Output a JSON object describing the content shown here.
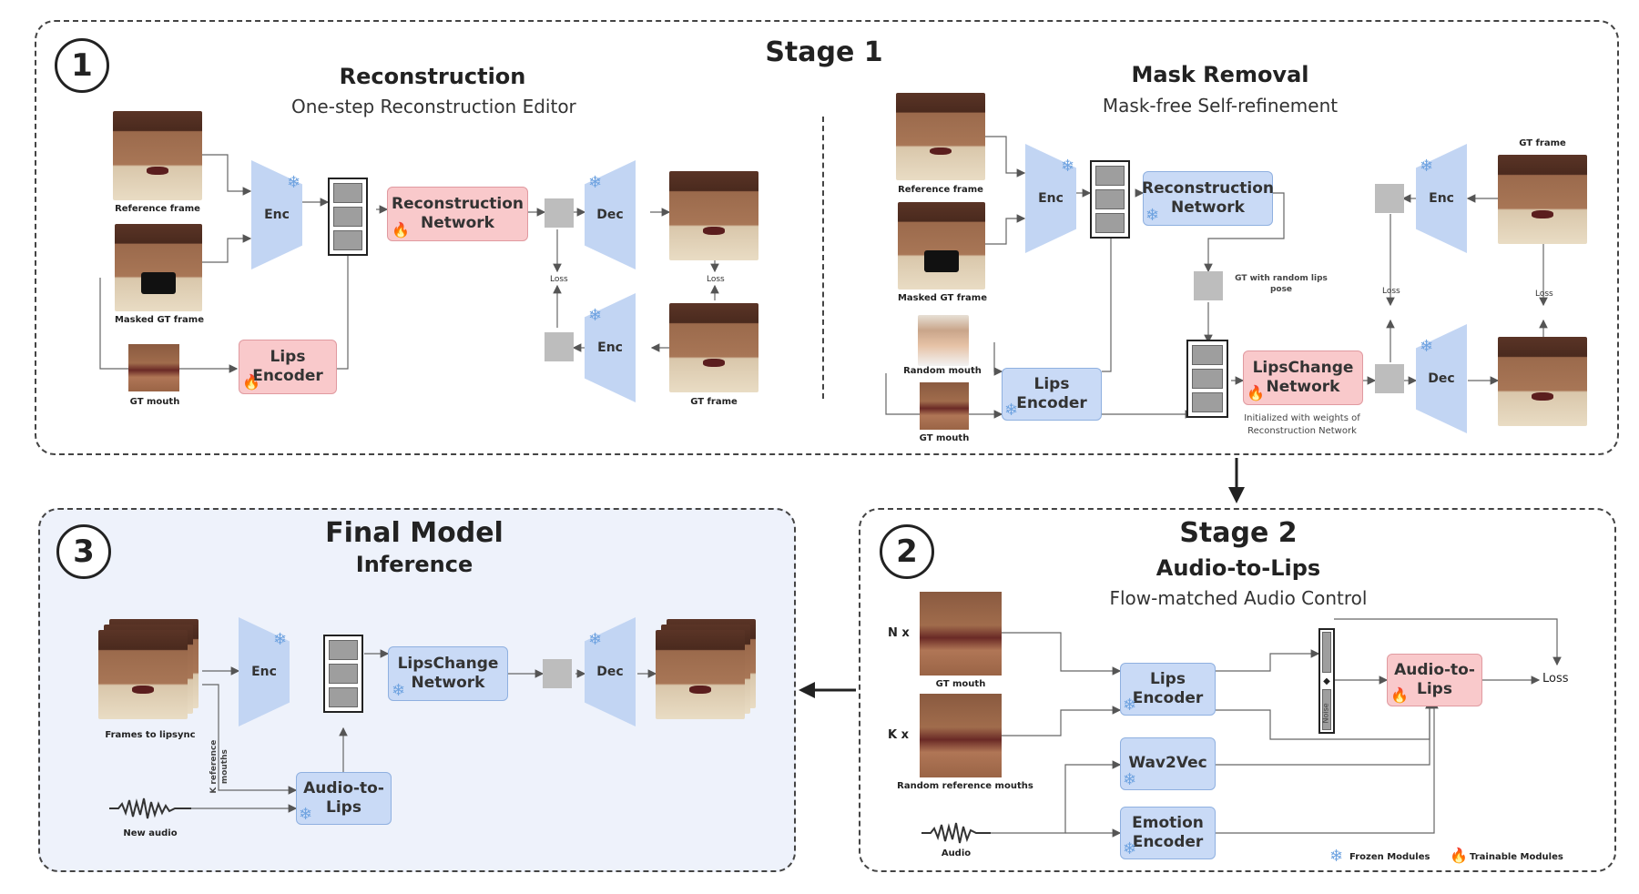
{
  "stage1": {
    "number": "1",
    "title": "Stage 1",
    "reconstruction": {
      "title": "Reconstruction",
      "subtitle": "One-step Reconstruction Editor",
      "reference_frame": "Reference frame",
      "masked_gt_frame": "Masked GT frame",
      "gt_mouth": "GT mouth",
      "gt_frame": "GT frame",
      "enc": "Enc",
      "dec": "Dec",
      "enc2": "Enc",
      "network": "Reconstruction Network",
      "lips_encoder": "Lips Encoder",
      "loss1": "Loss",
      "loss2": "Loss"
    },
    "mask_removal": {
      "title": "Mask Removal",
      "subtitle": "Mask-free Self-refinement",
      "reference_frame": "Reference frame",
      "masked_gt_frame": "Masked GT frame",
      "random_mouth": "Random mouth",
      "gt_mouth": "GT mouth",
      "gt_frame": "GT frame",
      "enc": "Enc",
      "enc2": "Enc",
      "dec": "Dec",
      "network": "Reconstruction Network",
      "lips_encoder": "Lips Encoder",
      "lipschange": "LipsChange Network",
      "gt_random": "GT with random lips pose",
      "init_note": "Initialized with weights of Reconstruction Network",
      "loss1": "Loss",
      "loss2": "Loss"
    }
  },
  "stage2": {
    "number": "2",
    "title": "Stage 2",
    "heading": "Audio-to-Lips",
    "subtitle": "Flow-matched Audio Control",
    "n_label": "N x",
    "k_label": "K x",
    "gt_mouth": "GT mouth",
    "random_ref": "Random reference mouths",
    "audio": "Audio",
    "lips_encoder": "Lips Encoder",
    "wav2vec": "Wav2Vec",
    "emotion_encoder": "Emotion Encoder",
    "audio_to_lips": "Audio-to-Lips",
    "loss": "Loss",
    "noise": "Noise",
    "frozen": "Frozen Modules",
    "trainable": "Trainable Modules"
  },
  "stage3": {
    "number": "3",
    "title": "Final Model",
    "subtitle": "Inference",
    "frames": "Frames to lipsync",
    "new_audio": "New audio",
    "k_ref": "K reference mouths",
    "enc": "Enc",
    "dec": "Dec",
    "lipschange": "LipsChange Network",
    "audio_to_lips": "Audio-to-Lips"
  },
  "colors": {
    "frozen": "#c9daf6",
    "trainable": "#f9c9cb",
    "final_panel": "#eef2fb"
  }
}
